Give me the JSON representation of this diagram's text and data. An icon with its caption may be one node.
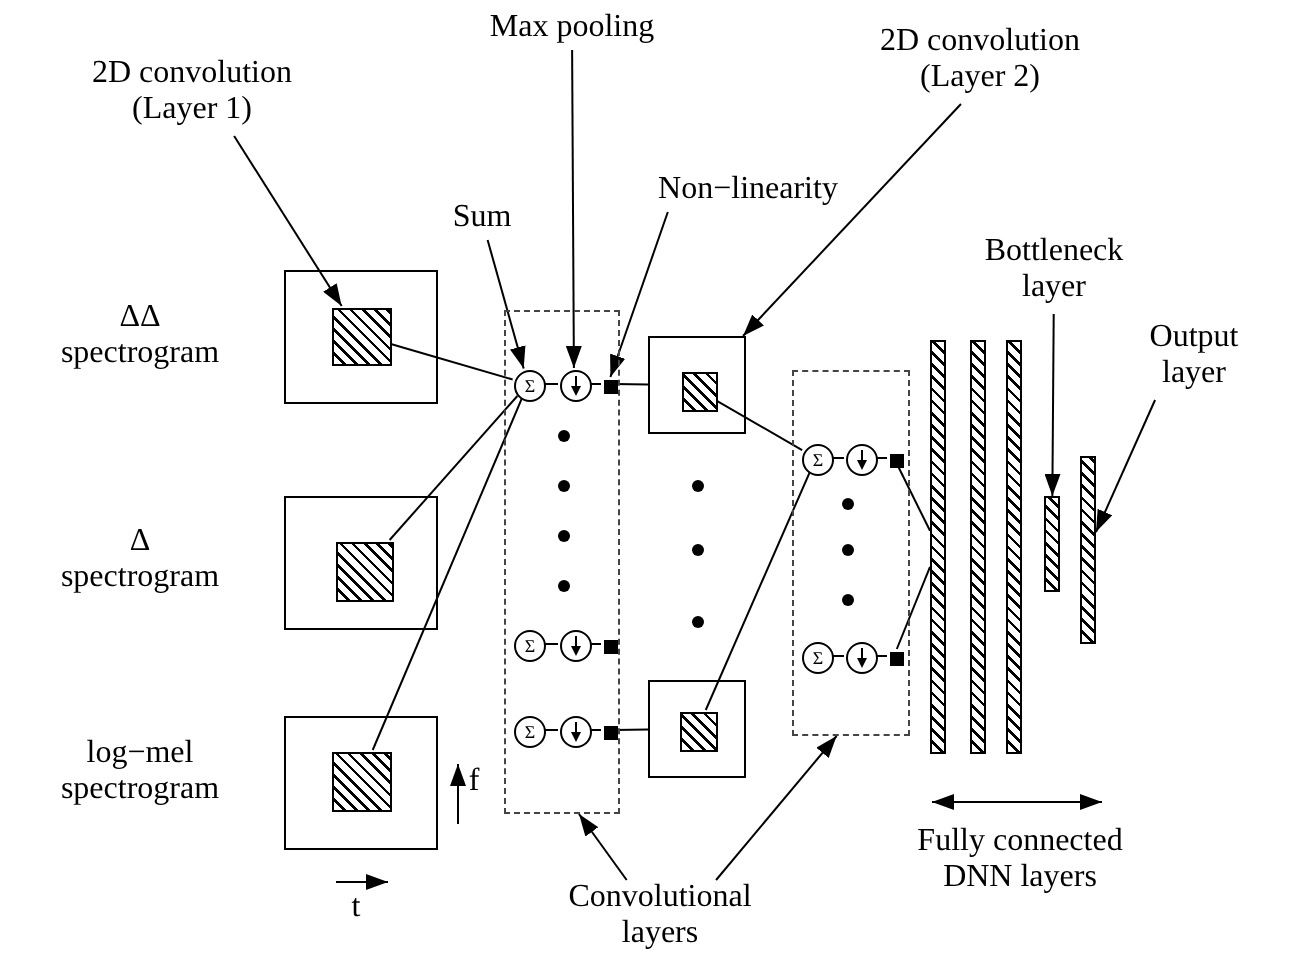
{
  "diagram": {
    "nodes": [
      {
        "text": [
          "2D convolution (Layer 1)"
        ]
      },
      {
        "text": [
          "Max pooling"
        ]
      },
      {
        "text": [
          "Sum"
        ]
      },
      {
        "text": [
          "Non−linearity"
        ]
      },
      {
        "text": [
          "2D convolution (Layer 2)"
        ]
      },
      {
        "text": [
          "Bottleneck layer"
        ]
      },
      {
        "text": [
          "Output layer"
        ]
      },
      {
        "text": [],
        "shape": "box",
        "beside": [
          "ΔΔ spectrogram"
        ]
      },
      {
        "text": [],
        "shape": "box",
        "in": 7
      },
      {
        "text": [],
        "shape": "box",
        "beside": [
          "Δ spectrogram"
        ]
      },
      {
        "text": [],
        "shape": "box",
        "in": 9
      },
      {
        "text": [],
        "shape": "box",
        "beside": [
          "log−mel spectrogram"
        ]
      },
      {
        "text": [],
        "shape": "box",
        "in": 11
      },
      {
        "text": [],
        "shape": "box"
      },
      {
        "text": [
          "Σ"
        ],
        "in": 13
      },
      {
        "text": [],
        "shape": "circle",
        "in": 13
      },
      {
        "text": [],
        "shape": "box",
        "in": 13
      },
      {
        "text": [
          "Σ"
        ],
        "in": 13
      },
      {
        "text": [],
        "shape": "circle",
        "in": 13
      },
      {
        "text": [],
        "shape": "box",
        "in": 13
      },
      {
        "text": [
          "Σ"
        ],
        "in": 13
      },
      {
        "text": [],
        "shape": "circle",
        "in": 13
      },
      {
        "text": [],
        "shape": "box",
        "in": 13
      },
      {
        "text": [],
        "shape": "box"
      },
      {
        "text": [],
        "shape": "box",
        "in": 23
      },
      {
        "text": [],
        "shape": "box"
      },
      {
        "text": [],
        "shape": "box",
        "in": 25
      },
      {
        "text": [],
        "shape": "box"
      },
      {
        "text": [
          "Σ"
        ],
        "in": 27
      },
      {
        "text": [],
        "shape": "circle",
        "in": 27
      },
      {
        "text": [],
        "shape": "box",
        "in": 27
      },
      {
        "text": [
          "Σ"
        ],
        "in": 27
      },
      {
        "text": [],
        "shape": "circle",
        "in": 27
      },
      {
        "text": [],
        "shape": "box",
        "in": 27
      },
      {
        "text": [],
        "shape": "bar"
      },
      {
        "text": [],
        "shape": "bar"
      },
      {
        "text": [],
        "shape": "bar"
      },
      {
        "text": [],
        "shape": "bar"
      },
      {
        "text": [],
        "shape": "bar"
      },
      {
        "text": [
          "Convolutional layers"
        ]
      }
    ],
    "edges": [
      {
        "from": 0,
        "to": 8,
        "arrow": "to"
      },
      {
        "from": 1,
        "to": 15,
        "arrow": "to"
      },
      {
        "from": 2,
        "to": 14,
        "arrow": "to"
      },
      {
        "from": 3,
        "to": 16,
        "arrow": "to"
      },
      {
        "from": 4,
        "to": 23,
        "arrow": "to"
      },
      {
        "from": 5,
        "to": 37,
        "arrow": "to"
      },
      {
        "from": 6,
        "to": 38,
        "arrow": "to"
      },
      {
        "from": 39,
        "to": 13,
        "arrow": "to"
      },
      {
        "from": 39,
        "to": 27,
        "arrow": "to"
      },
      {
        "from": 8,
        "to": 14,
        "arrow": "none"
      },
      {
        "from": 10,
        "to": 14,
        "arrow": "none"
      },
      {
        "from": 12,
        "to": 14,
        "arrow": "none"
      },
      {
        "from": 14,
        "to": 15,
        "arrow": "none"
      },
      {
        "from": 15,
        "to": 16,
        "arrow": "none"
      },
      {
        "from": 17,
        "to": 18,
        "arrow": "none"
      },
      {
        "from": 18,
        "to": 19,
        "arrow": "none"
      },
      {
        "from": 20,
        "to": 21,
        "arrow": "none"
      },
      {
        "from": 21,
        "to": 22,
        "arrow": "none"
      },
      {
        "from": 16,
        "to": 23,
        "arrow": "none"
      },
      {
        "from": 22,
        "to": 25,
        "arrow": "none"
      },
      {
        "from": 24,
        "to": 28,
        "arrow": "none"
      },
      {
        "from": 26,
        "to": 28,
        "arrow": "none"
      },
      {
        "from": 28,
        "to": 29,
        "arrow": "none"
      },
      {
        "from": 29,
        "to": 30,
        "arrow": "none"
      },
      {
        "from": 31,
        "to": 32,
        "arrow": "none"
      },
      {
        "from": 32,
        "to": 33,
        "arrow": "none"
      },
      {
        "from": 30,
        "to": 34,
        "arrow": "none"
      },
      {
        "from": 33,
        "to": 34,
        "arrow": "none"
      }
    ],
    "labels": [
      "f",
      "Fully connected DNN layers",
      "t"
    ]
  }
}
